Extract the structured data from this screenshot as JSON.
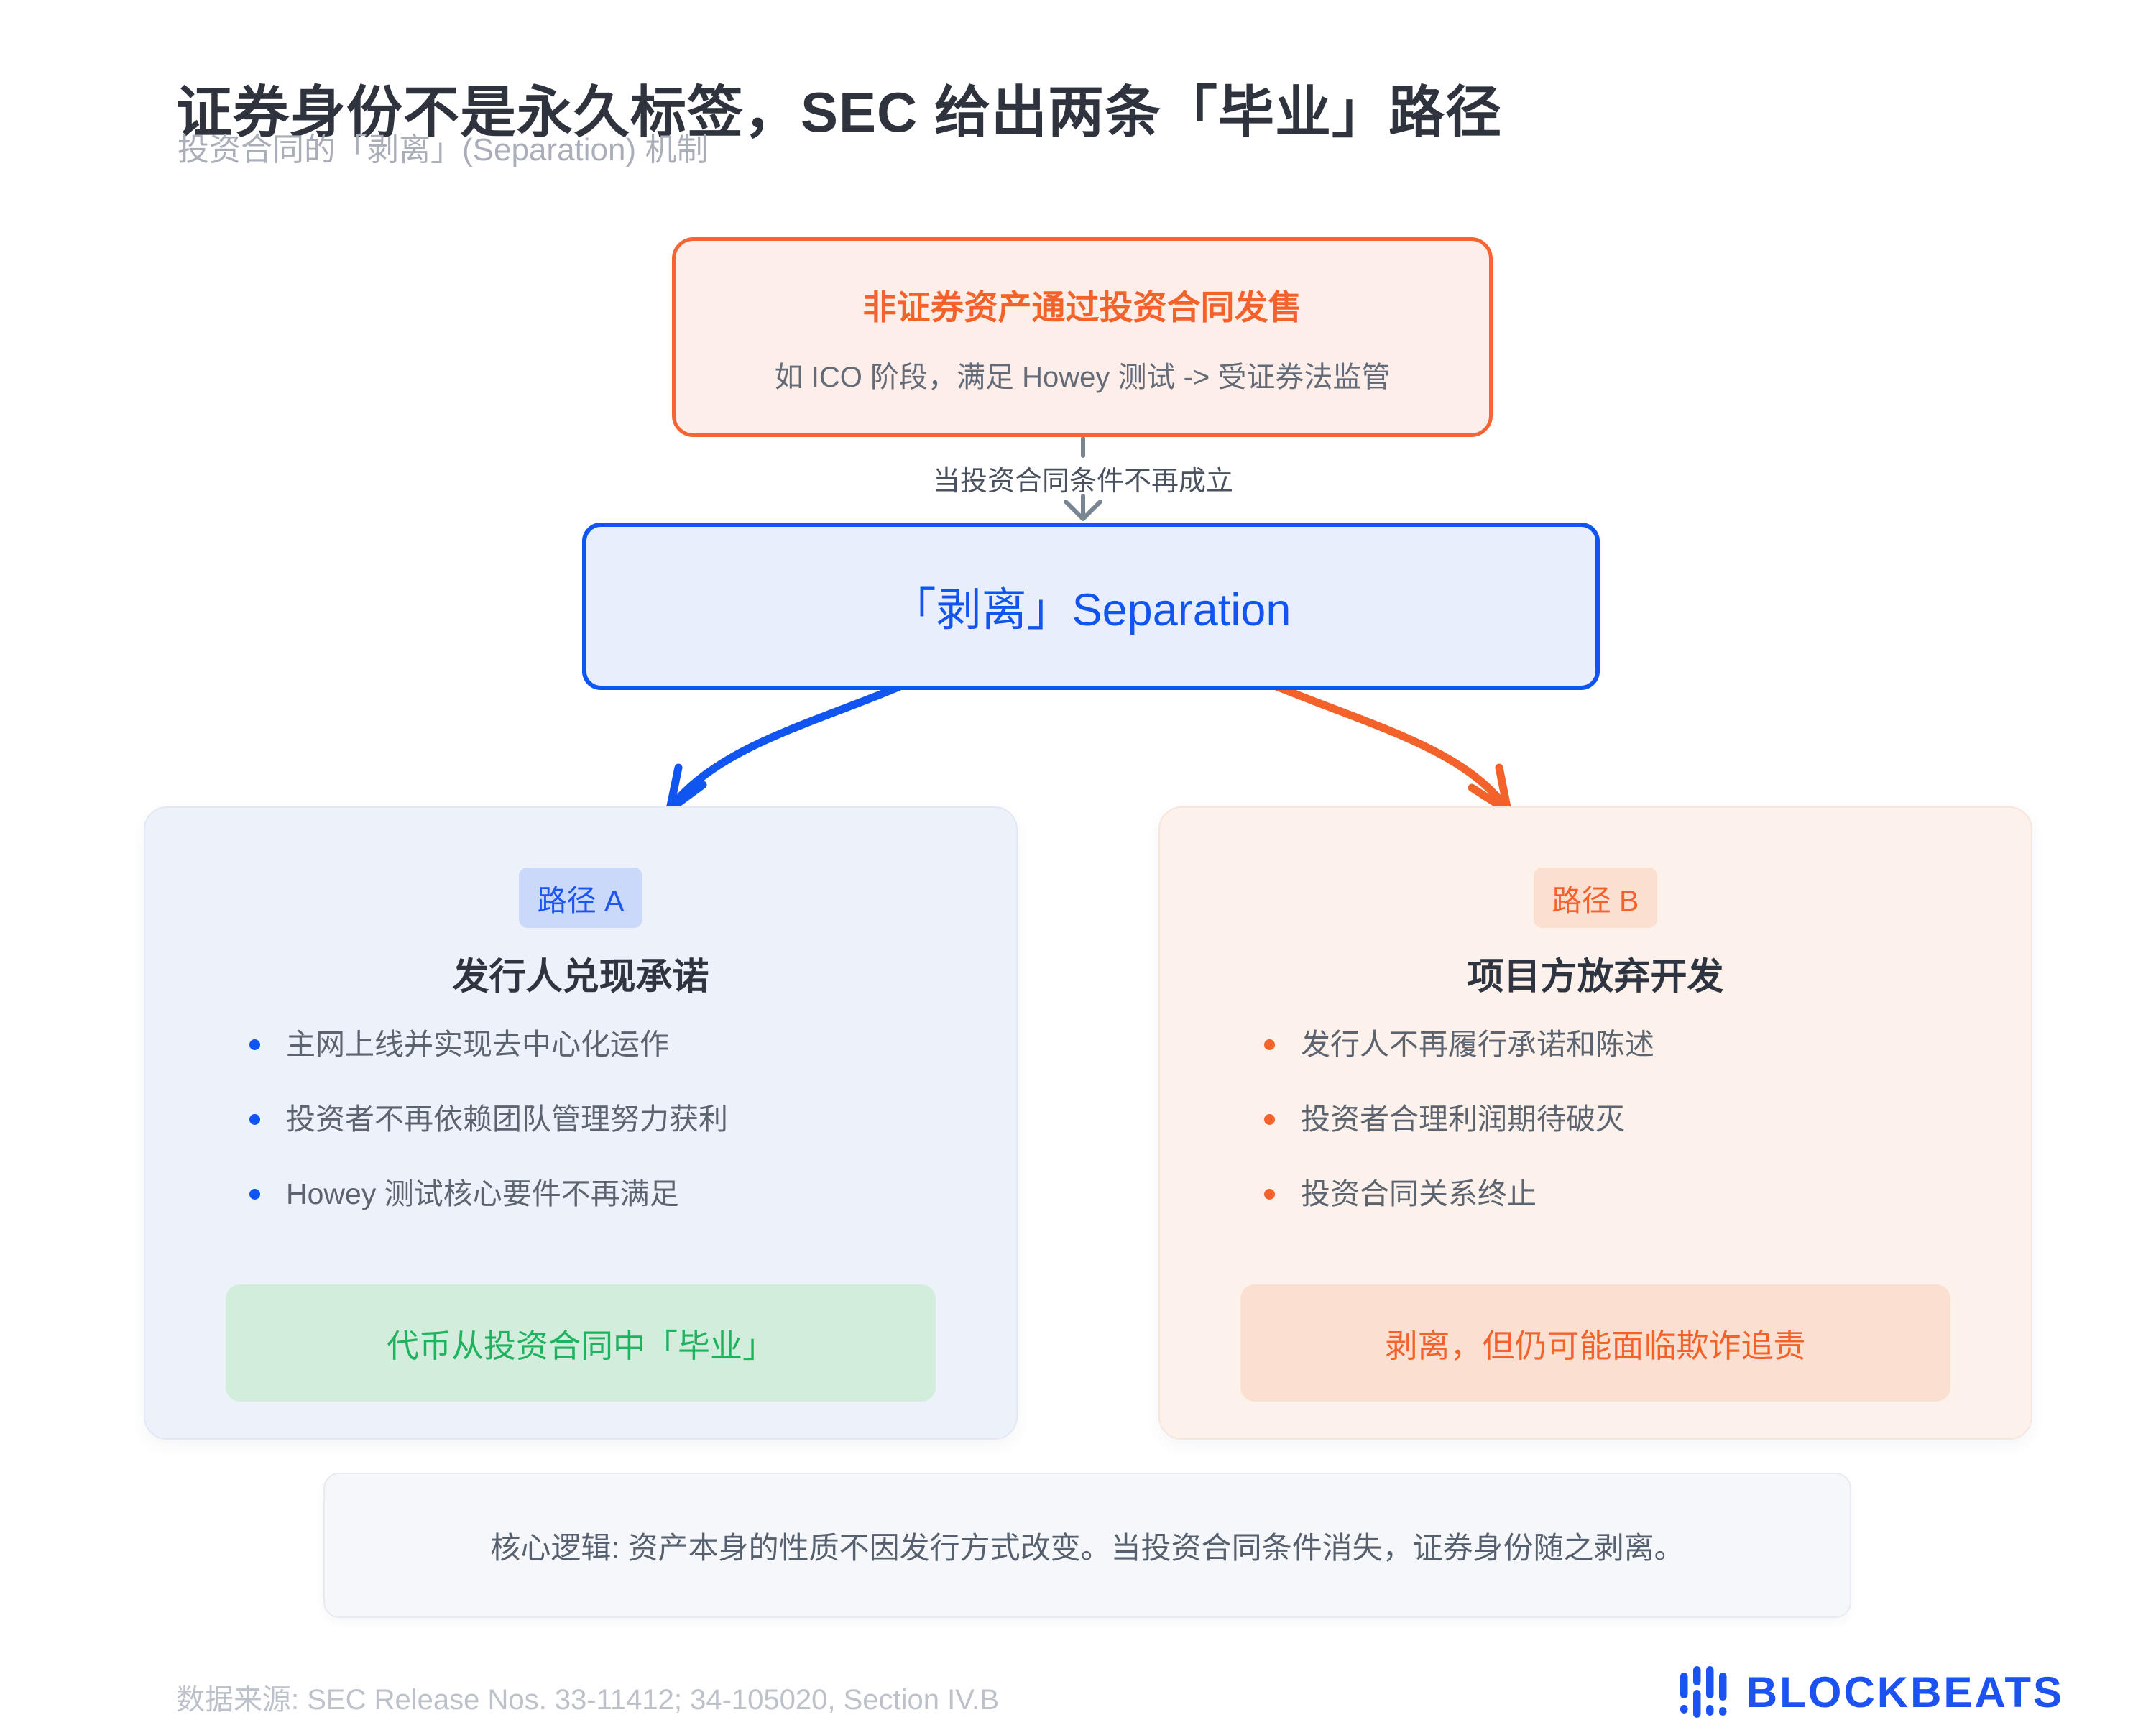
{
  "header": {
    "title": "证券身份不是永久标签，SEC 给出两条「毕业」路径",
    "subtitle": "投资合同的「剥离」(Separation) 机制"
  },
  "top_node": {
    "title": "非证券资产通过投资合同发售",
    "subtitle": "如 ICO 阶段，满足 Howey 测试 -> 受证券法监管"
  },
  "connector": {
    "label": "当投资合同条件不再成立"
  },
  "separation_node": {
    "label": "「剥离」Separation"
  },
  "path_a": {
    "badge": "路径 A",
    "title": "发行人兑现承诺",
    "bullets": [
      "主网上线并实现去中心化运作",
      "投资者不再依赖团队管理努力获利",
      "Howey 测试核心要件不再满足"
    ],
    "result": "代币从投资合同中「毕业」"
  },
  "path_b": {
    "badge": "路径 B",
    "title": "项目方放弃开发",
    "bullets": [
      "发行人不再履行承诺和陈述",
      "投资者合理利润期待破灭",
      "投资合同关系终止"
    ],
    "result": "剥离，但仍可能面临欺诈追责"
  },
  "note": {
    "text": "核心逻辑: 资产本身的性质不因发行方式改变。当投资合同条件消失，证券身份随之剥离。"
  },
  "footer": {
    "source": "数据来源: SEC Release Nos. 33-11412; 34-105020, Section IV.B",
    "brand": "BLOCKBEATS"
  },
  "colors": {
    "blue": "#1155F0",
    "orange": "#F4622B",
    "green": "#1FB35F",
    "blue_fill": "#E8EEFB",
    "orange_fill": "#FDEEE9",
    "green_fill": "#D2EDDC"
  }
}
